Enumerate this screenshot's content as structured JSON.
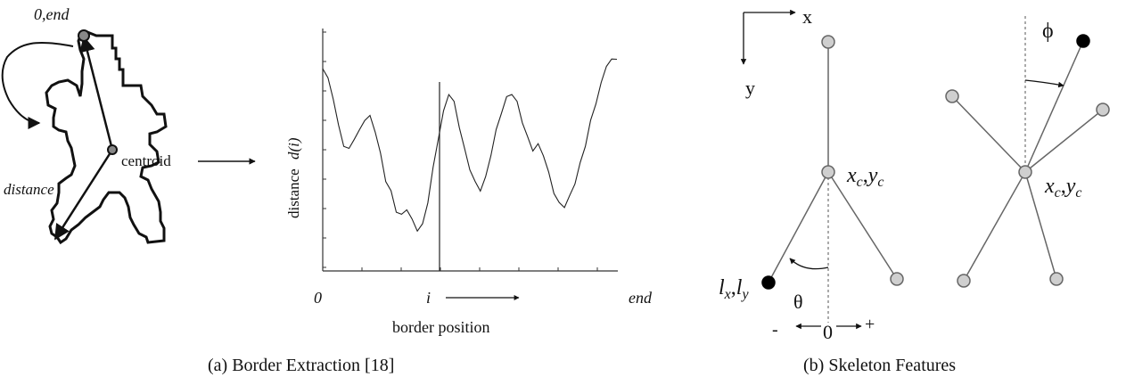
{
  "panel_a": {
    "label_top": "0,end",
    "label_centroid": "centroid",
    "label_distance": "distance",
    "plot": {
      "ylabel_text": "distance",
      "ylabel_func": "d(i)",
      "x_start": "0",
      "x_mid": "i",
      "x_end": "end",
      "xlabel": "border position",
      "signal": [
        0.85,
        0.8,
        0.72,
        0.6,
        0.52,
        0.5,
        0.55,
        0.58,
        0.63,
        0.64,
        0.58,
        0.48,
        0.37,
        0.32,
        0.24,
        0.22,
        0.25,
        0.2,
        0.16,
        0.18,
        0.28,
        0.42,
        0.55,
        0.66,
        0.74,
        0.7,
        0.6,
        0.5,
        0.42,
        0.36,
        0.33,
        0.38,
        0.48,
        0.58,
        0.66,
        0.72,
        0.74,
        0.7,
        0.62,
        0.55,
        0.5,
        0.52,
        0.48,
        0.4,
        0.32,
        0.27,
        0.26,
        0.3,
        0.36,
        0.44,
        0.52,
        0.62,
        0.7,
        0.78,
        0.86,
        0.88,
        0.89
      ]
    },
    "caption": "(a) Border Extraction [18]"
  },
  "panel_b": {
    "axis_x": "x",
    "axis_y": "y",
    "center_label_1": "x",
    "center_sub_1c": "c",
    "center_sep": ",",
    "center_label_2": "y",
    "center_sub_2c": "c",
    "limb_label": "l",
    "limb_sub_x": "x",
    "limb_sub_y": "y",
    "theta": "θ",
    "phi": "ϕ",
    "minus": "-",
    "zero": "0",
    "plus": "+",
    "caption": "(b) Skeleton Features"
  }
}
